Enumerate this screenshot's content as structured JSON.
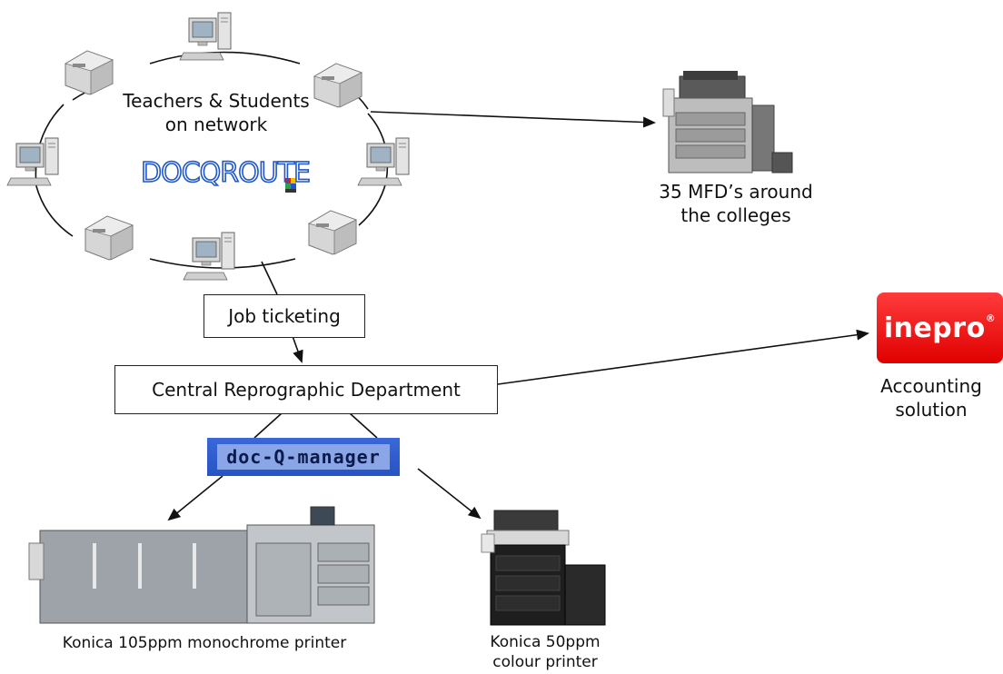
{
  "network": {
    "label_line1": "Teachers & Students",
    "label_line2": "on network",
    "logo_text": "DOCQROUTE"
  },
  "mfd": {
    "label_line1": "35 MFD’s around",
    "label_line2": "the colleges"
  },
  "job_ticketing": {
    "label": "Job ticketing"
  },
  "central": {
    "label": "Central Reprographic Department"
  },
  "doc_q_manager": {
    "logo_text": "doc-Q-manager"
  },
  "inepro": {
    "logo_text": "inepro",
    "label_line1": "Accounting",
    "label_line2": "solution"
  },
  "mono_printer": {
    "label": "Konica 105ppm monochrome printer"
  },
  "colour_printer": {
    "label_line1": "Konica 50ppm",
    "label_line2": "colour printer"
  },
  "colors": {
    "line": "#111111",
    "docqroute_blue": "#1f57c9",
    "inepro_red": "#e00000",
    "docq_blue": "#2b59c8"
  }
}
